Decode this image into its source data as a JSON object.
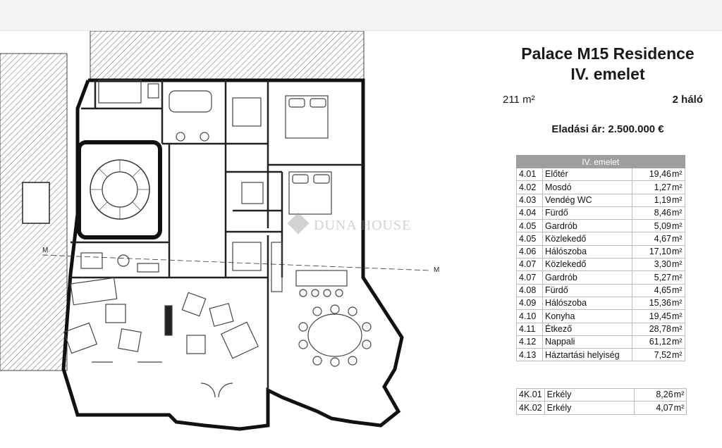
{
  "header": {
    "title_line1": "Palace M15 Residence",
    "title_line2": "IV. emelet"
  },
  "summary": {
    "area": "211 m²",
    "bedrooms": "2 háló",
    "price": "Eladási ár: 2.500.000 €"
  },
  "table": {
    "header": "IV. emelet",
    "unit": "m²",
    "rows": [
      {
        "num": "4.01",
        "name": "Előtér",
        "area": "19,46"
      },
      {
        "num": "4.02",
        "name": "Mosdó",
        "area": "1,27"
      },
      {
        "num": "4.03",
        "name": "Vendég WC",
        "area": "1,19"
      },
      {
        "num": "4.04",
        "name": "Fürdő",
        "area": "8,46"
      },
      {
        "num": "4.05",
        "name": "Gardrób",
        "area": "5,09"
      },
      {
        "num": "4.05",
        "name": "Közlekedő",
        "area": "4,67"
      },
      {
        "num": "4.06",
        "name": "Hálószoba",
        "area": "17,10"
      },
      {
        "num": "4.07",
        "name": "Közlekedő",
        "area": "3,30"
      },
      {
        "num": "4.07",
        "name": "Gardrób",
        "area": "5,27"
      },
      {
        "num": "4.08",
        "name": "Fürdő",
        "area": "4,65"
      },
      {
        "num": "4.09",
        "name": "Hálószoba",
        "area": "15,36"
      },
      {
        "num": "4.10",
        "name": "Konyha",
        "area": "19,45"
      },
      {
        "num": "4.11",
        "name": "Étkező",
        "area": "28,78"
      },
      {
        "num": "4.12",
        "name": "Nappali",
        "area": "61,12"
      },
      {
        "num": "4.13",
        "name": "Háztartási helyiség",
        "area": "7,52"
      }
    ],
    "balconies": [
      {
        "num": "4K.01",
        "name": "Erkély",
        "area": "8,26"
      },
      {
        "num": "4K.02",
        "name": "Erkély",
        "area": "4,07"
      }
    ]
  },
  "plan": {
    "watermark": "DUNA HOUSE",
    "marker_left": "M",
    "marker_right": "M"
  }
}
